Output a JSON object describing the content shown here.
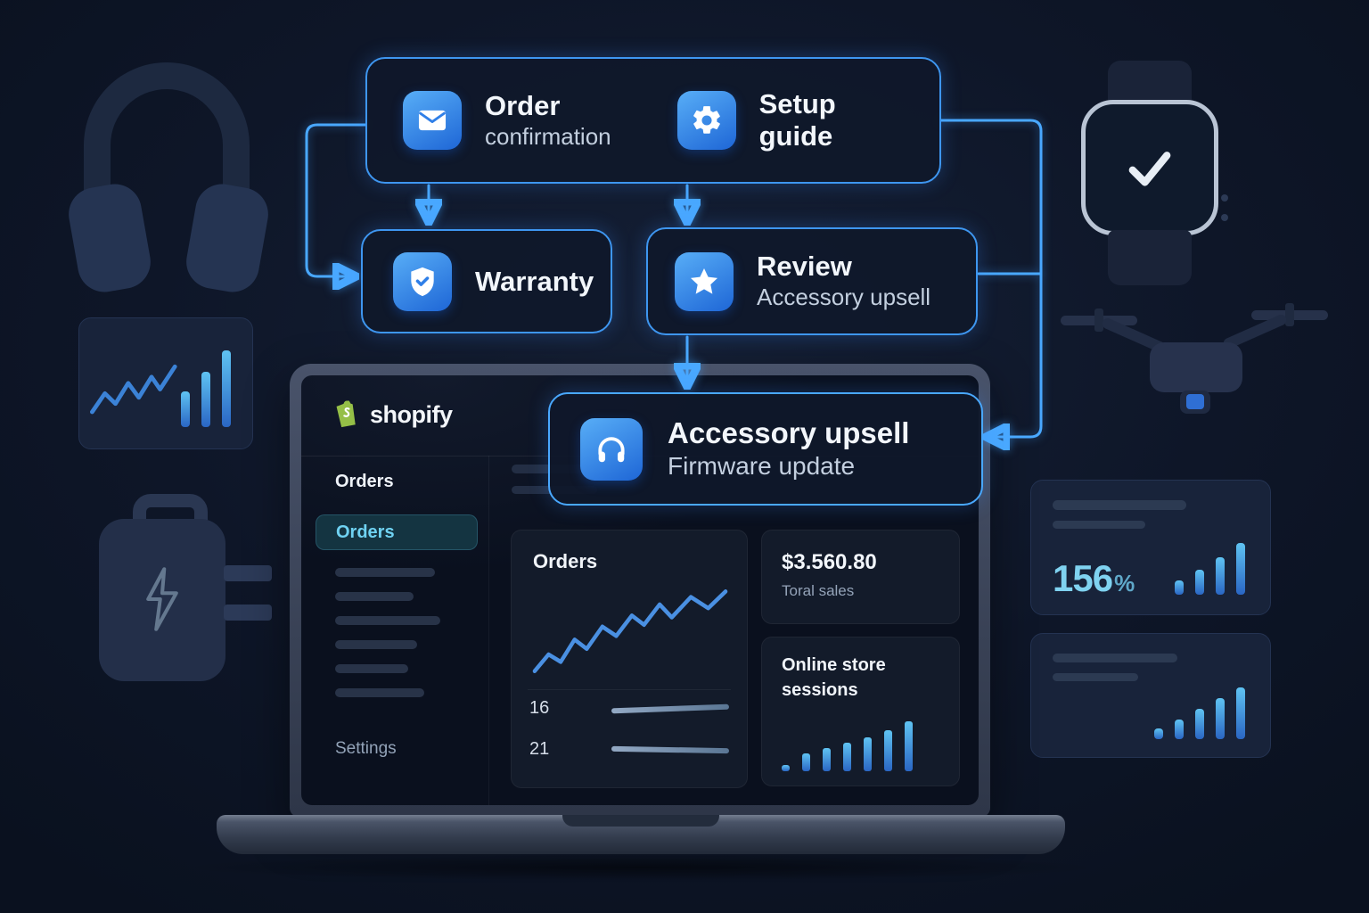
{
  "colors": {
    "accent_blue": "#2f7fe8",
    "connector_blue": "#49a8ff",
    "shopify_green": "#95bf47",
    "cyan_text": "#7fd2f0"
  },
  "flow": {
    "order_confirmation": {
      "icon": "envelope-icon",
      "title": "Order",
      "subtitle": "confirmation"
    },
    "setup_guide": {
      "icon": "gear-icon",
      "title": "Setup guide"
    },
    "warranty": {
      "icon": "shield-check-icon",
      "title": "Warranty"
    },
    "review": {
      "icon": "star-icon",
      "title": "Review",
      "subtitle": "Accessory upsell"
    },
    "accessory_upsell": {
      "icon": "headphones-icon",
      "title": "Accessory upsell",
      "subtitle": "Firmware update"
    }
  },
  "laptop": {
    "brand": "shopify",
    "sidebar": {
      "heading": "Orders",
      "active_item": "Orders",
      "settings": "Settings"
    },
    "orders_card": {
      "title": "Orders",
      "rows": [
        {
          "label": "16"
        },
        {
          "label": "21"
        }
      ]
    },
    "sales_card": {
      "value": "$3.560.80",
      "label": "Toral sales"
    },
    "sessions_card": {
      "line1": "Online store",
      "line2": "sessions"
    }
  },
  "decor": {
    "stat_card_1": {
      "value": "156",
      "unit": "%"
    }
  },
  "charts": {
    "orders_trend": {
      "type": "line",
      "points": [
        [
          4,
          96
        ],
        [
          20,
          78
        ],
        [
          34,
          86
        ],
        [
          50,
          62
        ],
        [
          64,
          72
        ],
        [
          82,
          48
        ],
        [
          98,
          58
        ],
        [
          116,
          36
        ],
        [
          130,
          46
        ],
        [
          148,
          24
        ],
        [
          162,
          38
        ],
        [
          184,
          16
        ],
        [
          204,
          28
        ],
        [
          224,
          10
        ]
      ]
    },
    "left_mini_line": {
      "type": "line",
      "points": [
        [
          2,
          58
        ],
        [
          14,
          40
        ],
        [
          24,
          50
        ],
        [
          36,
          30
        ],
        [
          46,
          44
        ],
        [
          58,
          24
        ],
        [
          66,
          36
        ],
        [
          80,
          14
        ]
      ]
    },
    "left_mini_bars": {
      "type": "bar",
      "heights": [
        40,
        62,
        86
      ]
    },
    "sessions_bars": {
      "type": "bar",
      "heights": [
        7,
        20,
        26,
        32,
        38,
        46,
        56
      ]
    },
    "stat1_bars": {
      "type": "bar",
      "heights": [
        16,
        28,
        42,
        58
      ]
    },
    "stat2_bars": {
      "type": "bar",
      "heights": [
        12,
        22,
        34,
        46,
        58
      ]
    }
  }
}
